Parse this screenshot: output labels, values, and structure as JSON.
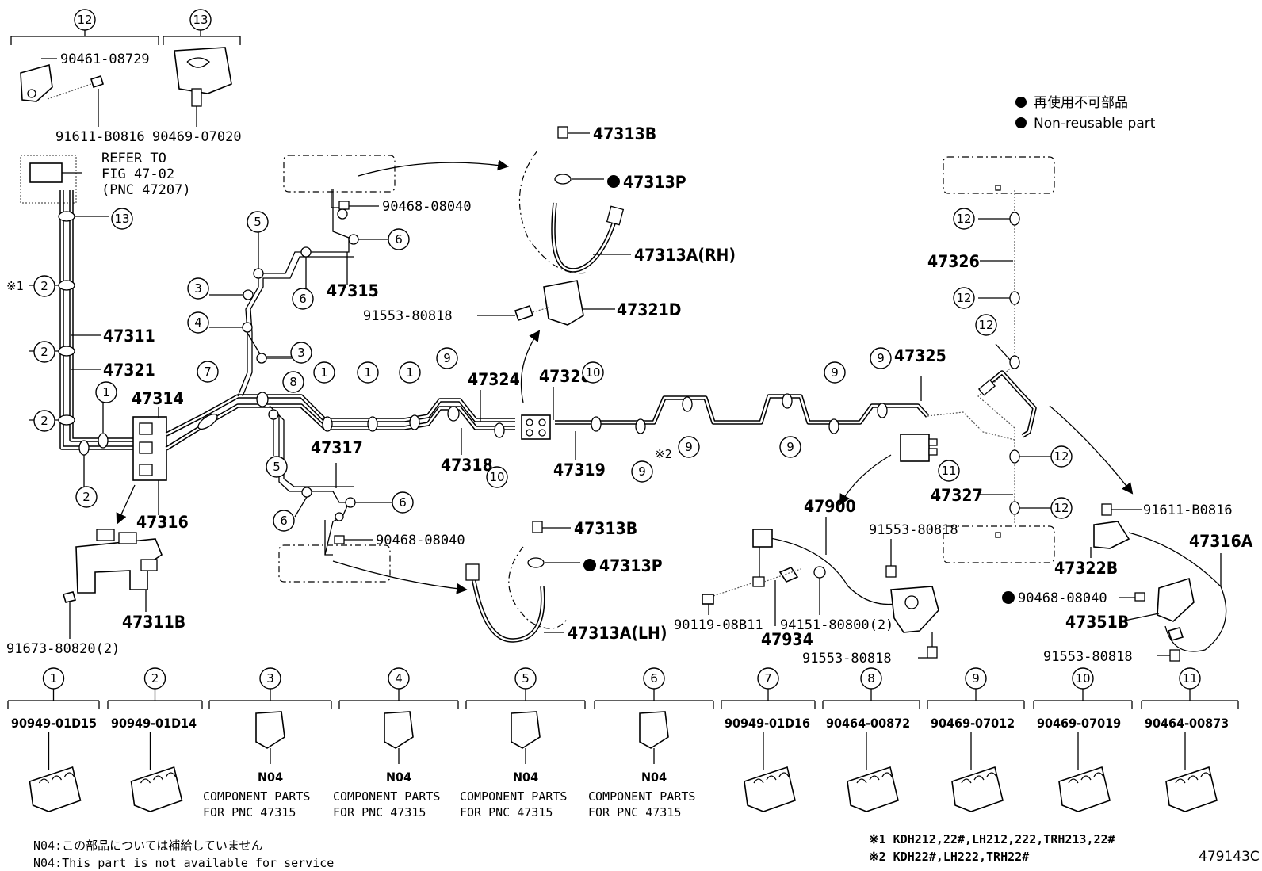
{
  "legend": {
    "line1": "再使用不可部品",
    "line2": "Non-reusable part"
  },
  "top_clips": {
    "c12": {
      "num": "12",
      "part_a": "90461-08729",
      "part_b": "91611-B0816"
    },
    "c13": {
      "num": "13",
      "part": "90469-07020"
    }
  },
  "refer": {
    "line1": "REFER TO",
    "line2": "FIG 47-02",
    "line3": "(PNC 47207)"
  },
  "labels": {
    "p47313B_top": "47313B",
    "p47313P_top": "47313P",
    "p47313A_RH": "47313A(RH)",
    "p90468_top": "90468-08040",
    "p47315": "47315",
    "p91553_a": "91553-80818",
    "p47321D": "47321D",
    "p47311": "47311",
    "p47321": "47321",
    "p47314": "47314",
    "p47316": "47316",
    "p47317": "47317",
    "p47324": "47324",
    "p47328": "47328",
    "p47318": "47318",
    "p47319": "47319",
    "p47325": "47325",
    "p47326": "47326",
    "p47327": "47327",
    "p47900": "47900",
    "p91553_b": "91553-80818",
    "p90119": "90119-08B11",
    "p47934": "47934",
    "p94151": "94151-80800(2)",
    "p91553_c": "91553-80818",
    "p91611_r": "91611-B0816",
    "p47316A": "47316A",
    "p47322B": "47322B",
    "p90468_r": "90468-08040",
    "p47351B": "47351B",
    "p91553_d": "91553-80818",
    "p47311B": "47311B",
    "p91673": "91673-80820(2)",
    "p47313B_bot": "47313B",
    "p47313P_bot": "47313P",
    "p47313A_LH": "47313A(LH)",
    "p90468_bot": "90468-08040",
    "mark1": "※1",
    "mark2": "※2"
  },
  "callouts": [
    "1",
    "2",
    "3",
    "4",
    "5",
    "6",
    "7",
    "8",
    "9",
    "10",
    "11",
    "12",
    "13"
  ],
  "legend_row": [
    {
      "num": "1",
      "part": "90949-01D15"
    },
    {
      "num": "2",
      "part": "90949-01D14"
    },
    {
      "num": "3",
      "part": "N04",
      "note1": "COMPONENT PARTS",
      "note2": "FOR PNC 47315"
    },
    {
      "num": "4",
      "part": "N04",
      "note1": "COMPONENT PARTS",
      "note2": "FOR PNC 47315"
    },
    {
      "num": "5",
      "part": "N04",
      "note1": "COMPONENT PARTS",
      "note2": "FOR PNC 47315"
    },
    {
      "num": "6",
      "part": "N04",
      "note1": "COMPONENT PARTS",
      "note2": "FOR PNC 47315"
    },
    {
      "num": "7",
      "part": "90949-01D16"
    },
    {
      "num": "8",
      "part": "90464-00872"
    },
    {
      "num": "9",
      "part": "90469-07012"
    },
    {
      "num": "10",
      "part": "90469-07019"
    },
    {
      "num": "11",
      "part": "90464-00873"
    }
  ],
  "footnotes": {
    "n04_jp": "N04:この部品については補給していません",
    "n04_en": "N04:This part is not available for service",
    "m1": "※1 KDH212,22#,LH212,222,TRH213,22#",
    "m2": "※2 KDH22#,LH222,TRH22#",
    "fig": "479143C"
  }
}
